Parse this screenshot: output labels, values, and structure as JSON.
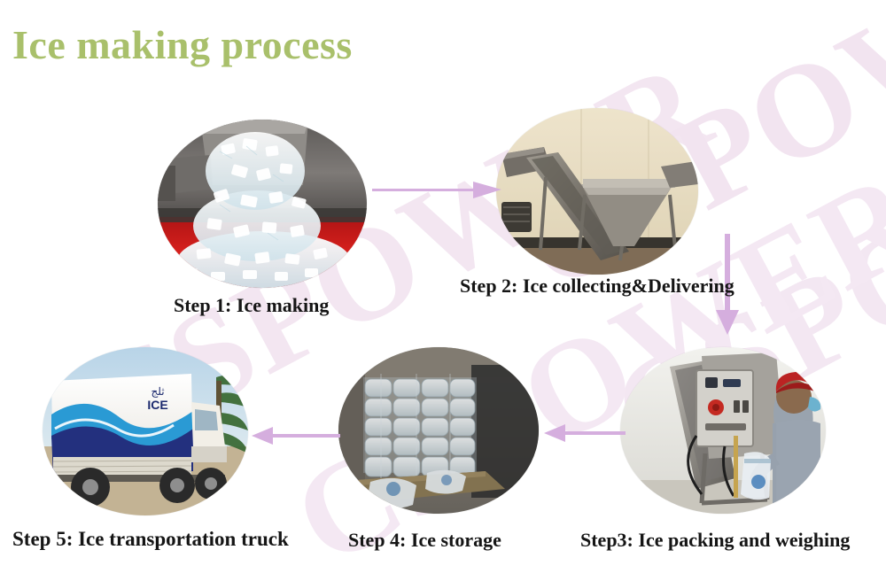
{
  "page": {
    "title": "Ice making process",
    "title_color": "#a9c06b",
    "background": "#ffffff",
    "watermark_text": "CSPOWER",
    "watermark_color": "#f2e5f1",
    "arrow_color": "#d5aede"
  },
  "steps": [
    {
      "id": "step-1",
      "caption": "Step 1:  Ice making",
      "image_alt": "ice-making-machine-photo",
      "scene": "ice-cubes-falling-from-stainless-chute-into-red-bin"
    },
    {
      "id": "step-2",
      "caption": "Step 2:  Ice collecting&Delivering",
      "image_alt": "ice-collecting-conveyor-photo",
      "scene": "inclined-screw-conveyor-with-metal-hopper-against-beige-wall"
    },
    {
      "id": "step-3",
      "caption": "Step3: Ice packing and weighing",
      "image_alt": "ice-packing-weighing-photo",
      "scene": "worker-in-red-cap-operating-packing-and-weighing-machine"
    },
    {
      "id": "step-4",
      "caption": "Step 4: Ice storage",
      "image_alt": "ice-storage-photo",
      "scene": "stacked-bags-of-ice-in-cold-storage-room"
    },
    {
      "id": "step-5",
      "caption": "Step 5: Ice transportation truck",
      "image_alt": "ice-transportation-truck-photo",
      "scene": "white-delivery-truck-with-blue-wave-graphics",
      "truck_label_en": "ICE",
      "truck_label_ar": "ثلج"
    }
  ],
  "arrows": [
    {
      "id": "arrow-1-to-2",
      "direction": "right"
    },
    {
      "id": "arrow-2-to-3",
      "direction": "down"
    },
    {
      "id": "arrow-3-to-4",
      "direction": "left"
    },
    {
      "id": "arrow-4-to-5",
      "direction": "left"
    }
  ]
}
